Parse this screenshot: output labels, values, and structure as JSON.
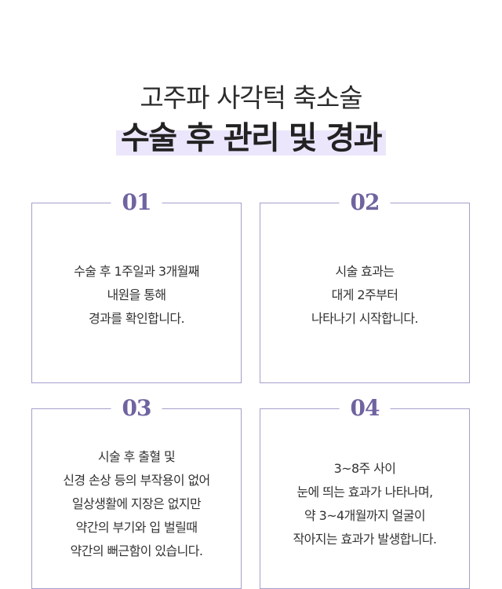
{
  "header": {
    "subtitle": "고주파 사각턱 축소술",
    "title": "수술 후 관리 및 경과"
  },
  "cards": [
    {
      "number": "01",
      "lines": [
        "수술 후 1주일과 3개월째",
        "내원을 통해",
        "경과를 확인합니다."
      ]
    },
    {
      "number": "02",
      "lines": [
        "시술 효과는",
        "대게 2주부터",
        "나타나기 시작합니다."
      ]
    },
    {
      "number": "03",
      "lines": [
        "시술 후 출혈 및",
        "신경 손상 등의 부작용이 없어",
        "일상생활에 지장은 없지만",
        "약간의 부기와 입 벌릴때",
        "약간의 뻐근함이 있습니다."
      ]
    },
    {
      "number": "04",
      "lines": [
        "3~8주 사이",
        "눈에 띄는 효과가 나타나며,",
        "약 3~4개월까지 얼굴이",
        "작아지는 효과가 발생합니다."
      ]
    }
  ]
}
